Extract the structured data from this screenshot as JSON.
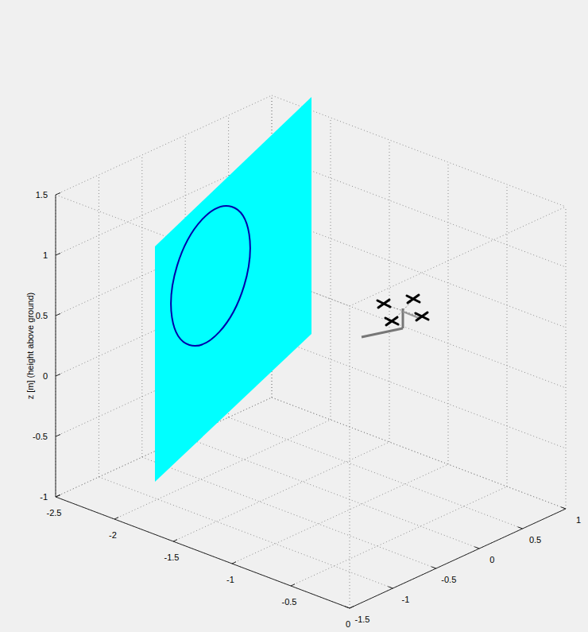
{
  "diagram": {
    "labels": [
      "1.5",
      "1",
      "0.5",
      "0",
      "-0.5",
      "-1",
      "z [m] (height above ground)",
      "-2.5",
      "-2",
      "-1.5",
      "-1",
      "-0.5",
      "0",
      "1",
      "0.5",
      "0",
      "-0.5",
      "-1",
      "-1.5"
    ]
  }
}
